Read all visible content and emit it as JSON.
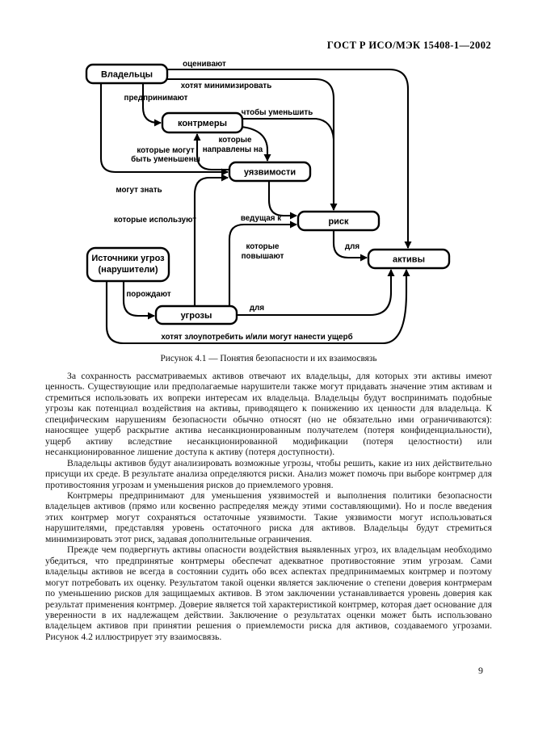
{
  "page": {
    "header": "ГОСТ Р ИСО/МЭК 15408-1—2002",
    "page_number": "9"
  },
  "diagram": {
    "caption": "Рисунок 4.1 — Понятия безопасности и их взаимосвязь",
    "boxes": {
      "owners": "Владельцы",
      "countermeasures": "контрмеры",
      "vulnerabilities": "уязвимости",
      "risk": "риск",
      "assets": "активы",
      "threat_sources_line1": "Источники угроз",
      "threat_sources_line2": "(нарушители)",
      "threats": "угрозы"
    },
    "labels": {
      "evaluate": "оценивают",
      "minimize": "хотят минимизировать",
      "undertake": "предпринимают",
      "to_reduce": "чтобы уменьшить",
      "directed_line1": "которые",
      "directed_line2": "направлены на",
      "reduced_line1": "которые могут",
      "reduced_line2": "быть уменьшены",
      "may_know": "могут знать",
      "exploit": "которые используют",
      "leading_to": "ведущая к",
      "increase_line1": "которые",
      "increase_line2": "повышают",
      "for_risk": "для",
      "give_rise": "порождают",
      "for_threats": "для",
      "abuse": "хотят злоупотребить и/или могут нанести ущерб"
    }
  },
  "content": {
    "paragraphs": [
      "За сохранность рассматриваемых активов отвечают их владельцы, для которых эти активы имеют ценность. Существующие или предполагаемые нарушители также могут придавать значение этим активам и стремиться использовать их вопреки интересам их владельца. Владельцы будут воспринимать подобные угрозы как потенциал воздействия на активы, приводящего к понижению их ценности для владельца. К специфическим нарушениям безопасности обычно относят (но не обязательно ими ограничиваются): наносящее ущерб раскрытие актива несанкционированным получателем (потеря конфиденциальности), ущерб активу вследствие несанкционированной модификации (потеря целостности) или несанкционированное лишение доступа к активу (потеря доступности).",
      "Владельцы активов будут анализировать возможные угрозы, чтобы решить, какие из них действительно присущи их среде. В результате анализа определяются риски. Анализ может помочь при выборе контрмер для противостояния угрозам и уменьшения рисков до приемлемого уровня.",
      "Контрмеры предпринимают для уменьшения уязвимостей и выполнения политики безопасности владельцев активов (прямо или косвенно распределяя между этими составляющими). Но и после введения этих контрмер могут сохраняться остаточные уязвимости. Такие уязвимости могут использоваться нарушителями, представляя уровень остаточного риска для активов. Владельцы будут стремиться минимизировать этот риск, задавая дополнительные ограничения.",
      "Прежде чем подвергнуть активы опасности воздействия выявленных угроз, их владельцам необходимо убедиться, что предпринятые контрмеры обеспечат адекватное противостояние этим угрозам. Сами владельцы активов не всегда в состоянии судить обо всех аспектах предпринимаемых контрмер и поэтому могут потребовать их оценку. Результатом такой оценки является заключение о степени доверия контрмерам по уменьшению рисков для защищаемых активов. В этом заключении устанавливается уровень доверия как результат применения контрмер. Доверие является той характеристикой контрмер, которая дает основание для уверенности в их надлежащем действии. Заключение о результатах оценки может быть использовано владельцем активов при принятии решения о приемлемости риска для активов, создаваемого угрозами. Рисунок 4.2 иллюстрирует эту взаимосвязь."
    ]
  }
}
